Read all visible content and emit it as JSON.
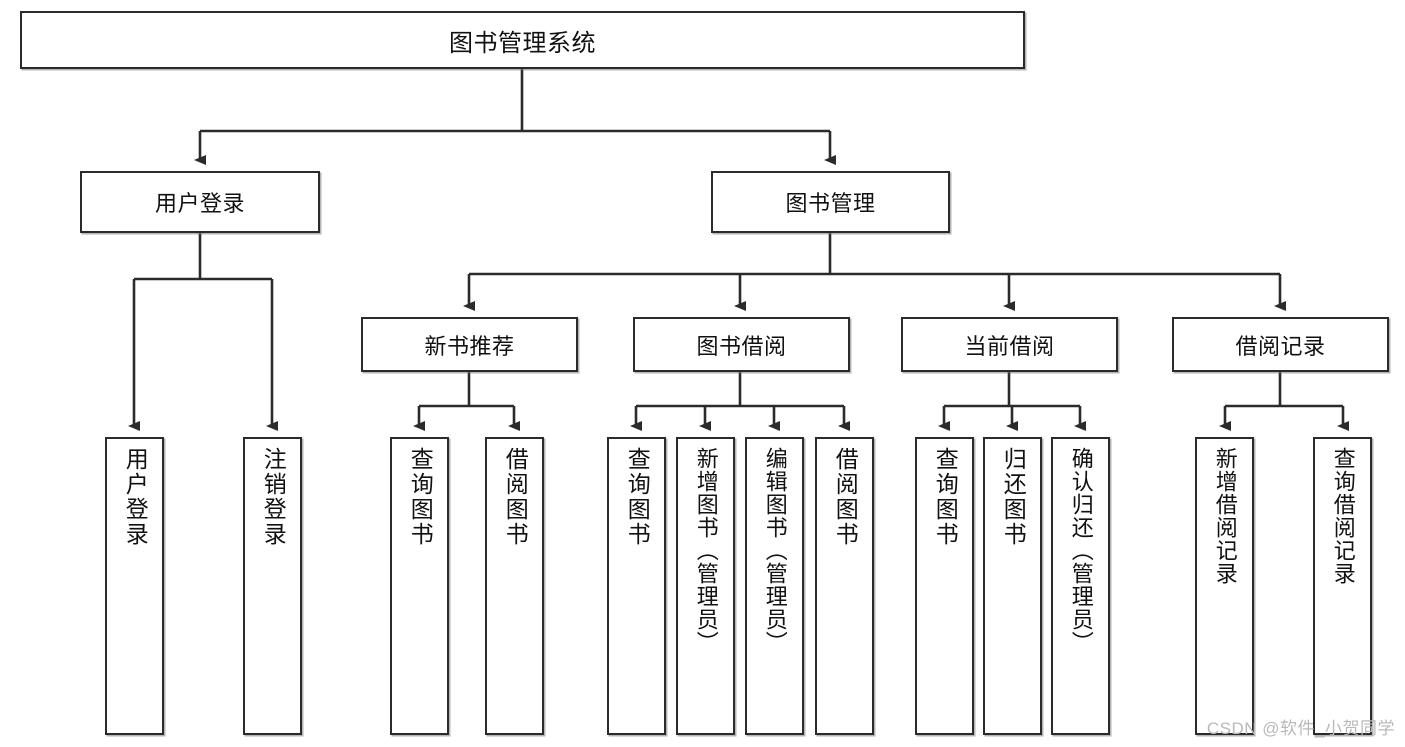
{
  "diagram": {
    "title": "图书管理系统",
    "root": {
      "label": "图书管理系统"
    },
    "level1": [
      {
        "label": "用户登录"
      },
      {
        "label": "图书管理"
      }
    ],
    "level2": [
      {
        "label": "新书推荐"
      },
      {
        "label": "图书借阅"
      },
      {
        "label": "当前借阅"
      },
      {
        "label": "借阅记录"
      }
    ],
    "leaves": {
      "user_login": [
        {
          "label": "用户登录"
        },
        {
          "label": "注销登录"
        }
      ],
      "new_book_recommend": [
        {
          "label": "查询图书"
        },
        {
          "label": "借阅图书"
        }
      ],
      "book_borrow": [
        {
          "label": "查询图书"
        },
        {
          "label": "新增图书（管理员）"
        },
        {
          "label": "编辑图书（管理员）"
        },
        {
          "label": "借阅图书"
        }
      ],
      "current_borrow": [
        {
          "label": "查询图书"
        },
        {
          "label": "归还图书"
        },
        {
          "label": "确认归还（管理员）"
        }
      ],
      "borrow_records": [
        {
          "label": "新增借阅记录"
        },
        {
          "label": "查询借阅记录"
        }
      ]
    }
  },
  "watermark": {
    "text": "CSDN @软件_小贺同学"
  },
  "colors": {
    "stroke": "#2b2b2b",
    "fill": "#ffffff",
    "text": "#111111",
    "watermark": "#b9b9b9"
  }
}
